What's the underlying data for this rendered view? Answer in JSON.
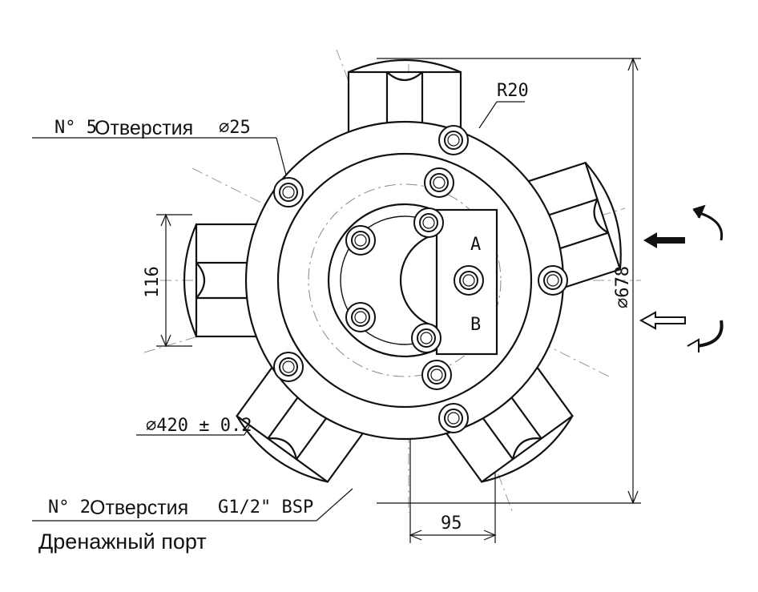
{
  "labels": {
    "holes_prefix": "N° 5",
    "holes_text": "Отверстия",
    "holes_dim": "⌀25",
    "radius": "R20",
    "width": "116",
    "outer_dia": "⌀678",
    "pcd": "⌀420 ± 0.2",
    "drain_prefix": "N° 2",
    "drain_text": "Отверстия",
    "drain_dim": "G1/2\" BSP",
    "drain_caption": "Дренажный порт",
    "port_a": "A",
    "port_b": "B",
    "offset": "95"
  }
}
